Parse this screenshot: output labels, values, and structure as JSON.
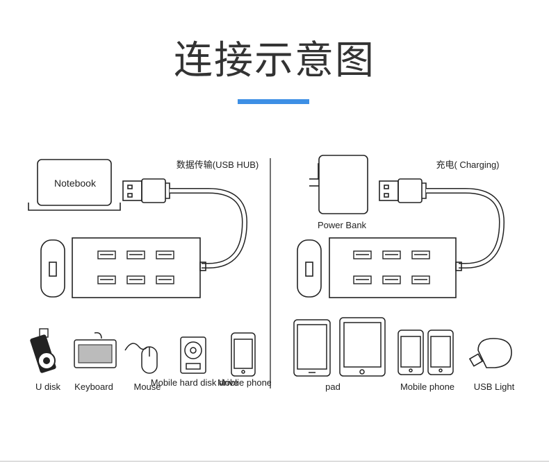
{
  "title": "连接示意图",
  "accent_color": "#3d8fe5",
  "left_panel": {
    "heading": "数据传输(USB HUB)",
    "source_label": "Notebook",
    "devices": [
      "U disk",
      "Keyboard",
      "Mouse",
      "Mobile hard disk drive",
      "Moblie phone"
    ]
  },
  "right_panel": {
    "heading": "充电( Charging)",
    "source_label": "Power Bank",
    "devices": [
      "pad",
      "Mobile phone",
      "USB Light"
    ]
  }
}
